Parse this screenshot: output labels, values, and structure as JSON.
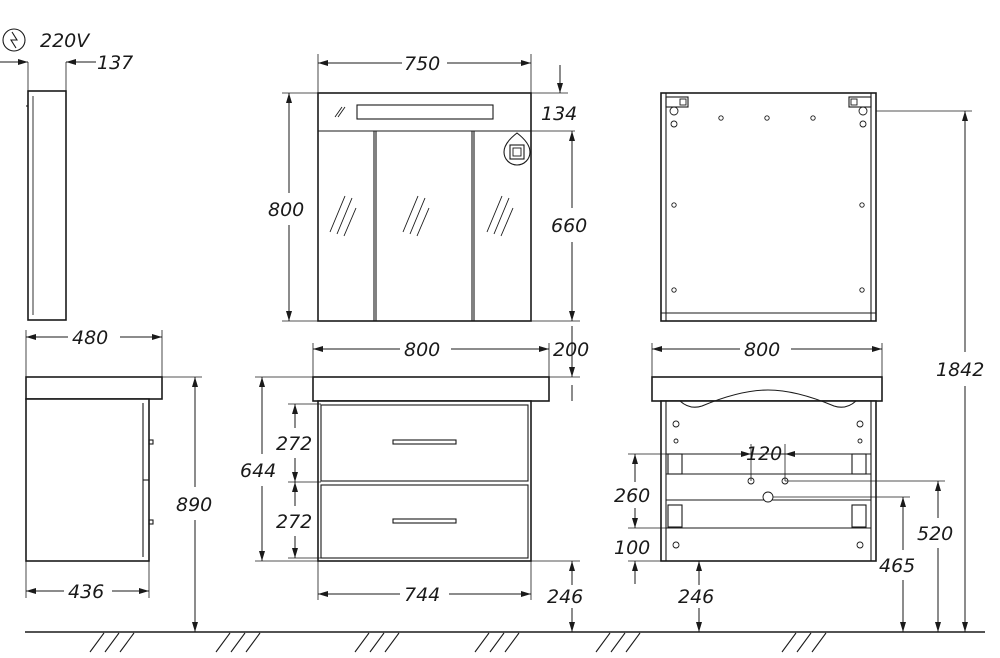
{
  "power": {
    "icon": "power-socket-icon",
    "voltage": "220V"
  },
  "side_view": {
    "mirror_depth": "137",
    "sink_depth": "480",
    "cabinet_depth": "436",
    "height_to_sink_top": "890"
  },
  "front_view": {
    "mirror_width": "750",
    "mirror_height": "800",
    "light_height": "134",
    "door_height": "660",
    "sink_width": "800",
    "sink_height": "200",
    "cabinet_height": "644",
    "drawer_top_height": "272",
    "drawer_bottom_height": "272",
    "cabinet_width": "744",
    "legs_height": "246"
  },
  "back_view": {
    "sink_width": "800",
    "pipe_spacing": "120",
    "pipe_drop": "260",
    "drain_offset": "100",
    "total_height": "1842",
    "pipe_height": "520",
    "drain_height": "465",
    "legs_height": "246"
  }
}
